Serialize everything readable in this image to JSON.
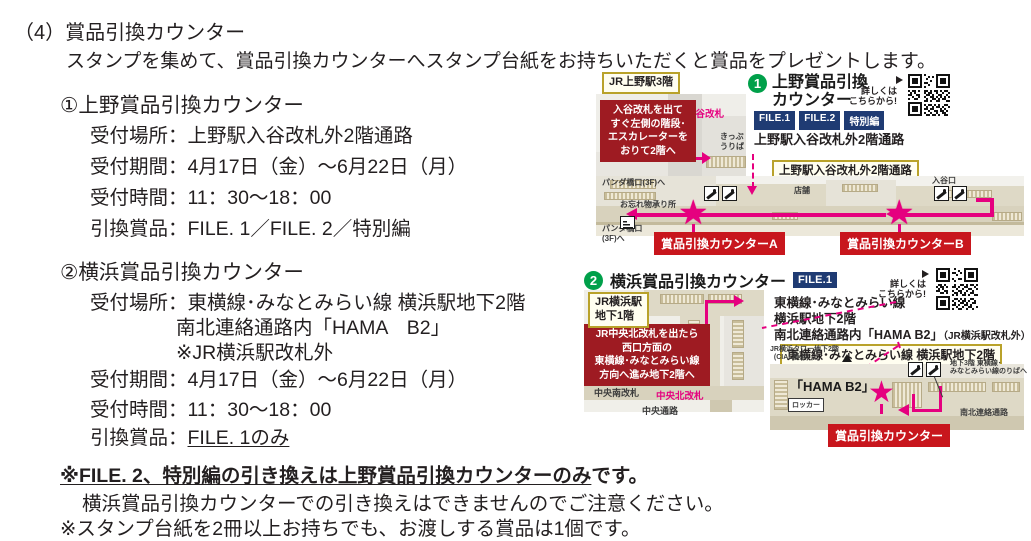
{
  "document": {
    "section_heading": "（4）賞品引換カウンター",
    "intro": "スタンプを集めて、賞品引換カウンターへスタンプ台紙をお持ちいただくと賞品をプレゼントします。",
    "counters": [
      {
        "number": "①",
        "title": "①上野賞品引換カウンター",
        "rows": [
          "受付場所：上野駅入谷改札外2階通路",
          "受付期間：4月17日（金）～6月22日（月）",
          "受付時間：11：30～18：00",
          "引換賞品：FILE. 1／FILE. 2／特別編"
        ]
      },
      {
        "number": "②",
        "title": "②横浜賞品引換カウンター",
        "rows": [
          "受付場所：東横線･みなとみらい線 横浜駅地下2階",
          "南北連絡通路内「HAMA　B2」",
          "※JR横浜駅改札外",
          "受付期間：4月17日（金）～6月22日（月）",
          "受付時間：11：30～18：00",
          "引換賞品：FILE. 1のみ"
        ],
        "prize_underlined": "FILE. 1のみ"
      }
    ],
    "notes": [
      {
        "underlined": "※FILE. 2、特別編の引き換えは上野賞品引換カウンターのみ",
        "tail": "です。"
      },
      {
        "plain": "横浜賞品引換カウンターでの引き換えはできませんのでご注意ください。"
      },
      {
        "plain": "※スタンプ台紙を2冊以上お持ちでも、お渡しする賞品は1個です。"
      }
    ]
  },
  "maps": {
    "ueno": {
      "badge_number": "1",
      "title_line1": "上野賞品引換",
      "title_line2": "カウンター",
      "file_badges": [
        "FILE.1",
        "FILE.2"
      ],
      "special_badge": "特別編",
      "address": "上野駅入谷改札外2階通路",
      "qr_note_line1": "詳しくは",
      "qr_note_line2": "こちらから!",
      "floor_label_3f": "JR上野駅3階",
      "instruction": [
        "入谷改札を出て",
        "すぐ左側の階段･",
        "エスカレーターを",
        "おりて2階へ"
      ],
      "yellow_label_2f": "上野駅入谷改札外2階通路",
      "map_labels": {
        "iriya_gate": "入谷改札",
        "ticket_office": "きっぷ\nうりば",
        "panda_exit_top": "パンダ橋口(3F)へ",
        "lost_and_found": "お忘れ物承り所",
        "panda_exit_bottom": "パンダ橋口\n(3F)へ",
        "shop": "店舗",
        "iriya_exit": "入谷口"
      },
      "counter_a": "賞品引換カウンターA",
      "counter_b": "賞品引換カウンターB"
    },
    "yokohama": {
      "badge_number": "2",
      "title": "横浜賞品引換カウンター",
      "file_badge": "FILE.1",
      "qr_note_line1": "詳しくは",
      "qr_note_line2": "こちらから!",
      "address_line1": "東横線･みなとみらい線",
      "address_line2": "横浜駅地下2階",
      "address_line3": "南北連絡通路内「HAMA B2」",
      "address_line3_suffix": "（JR横浜駅改札外）",
      "yellow_label": "東横線･みなとみらい線 横浜駅地下2階",
      "floor_label_b1": "JR横浜駅\n地下1階",
      "instruction": [
        "JR中央北改札を出たら",
        "西口方面の",
        "東横線･みなとみらい線",
        "方向へ進み地下2階へ"
      ],
      "map_labels": {
        "chuo_minami": "中央南改札",
        "chuo_kita": "中央北改札",
        "chuo_dori": "中央通路",
        "cial_line1": "JR横浜タワー地下2階",
        "cial_line2": "(CIAL横浜)",
        "hama_b2": "「HAMA B2」",
        "locker": "ロッカー",
        "b3_line1": "地下3階 東横線･",
        "b3_line2": "みなとみらい線のりばへ",
        "nanboku": "南北連絡通路"
      },
      "counter": "賞品引換カウンター"
    }
  },
  "colors": {
    "accent_pink": "#e5007f",
    "badge_green": "#00a04a",
    "file_navy": "#1f3b73",
    "red_box": "#9e1b22",
    "red_label": "#c8161d",
    "yellow_border": "#b9a22a"
  }
}
